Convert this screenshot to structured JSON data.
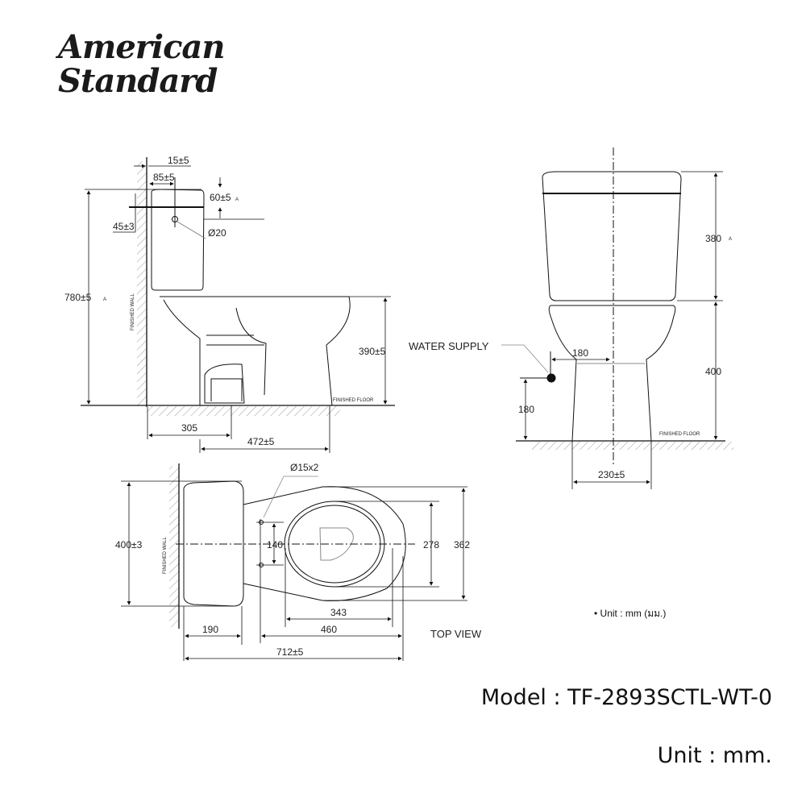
{
  "brand": {
    "line1": "American",
    "line2": "Standard"
  },
  "side_view": {
    "dims": {
      "d15": "15±5",
      "d85": "85±5",
      "d60": "60±5",
      "d45": "45±3",
      "dia20": "Ø20",
      "d780": "780±5",
      "d390": "390±5",
      "d305": "305",
      "d472": "472±5",
      "mark_a": "A"
    },
    "wall_label": "FINISHED WALL",
    "floor_label": "FINISHED FLOOR"
  },
  "front_view": {
    "water_supply": "WATER SUPPLY",
    "dims": {
      "d380": "380",
      "d400": "400",
      "d180h": "180",
      "d180v": "180",
      "d230": "230±5",
      "mark_a": "A"
    },
    "floor_label": "FINISHED FLOOR"
  },
  "top_view": {
    "title": "TOP VIEW",
    "wall_label": "FINISHED WALL",
    "dims": {
      "d400": "400±3",
      "dia15": "Ø15x2",
      "d140": "140",
      "d278": "278",
      "d362": "362",
      "d343": "343",
      "d460": "460",
      "d190": "190",
      "d712": "712±5"
    }
  },
  "unit_note": "• Unit : mm (มม.)",
  "model": "Model : TF-2893SCTL-WT-0",
  "unit": "Unit : mm."
}
